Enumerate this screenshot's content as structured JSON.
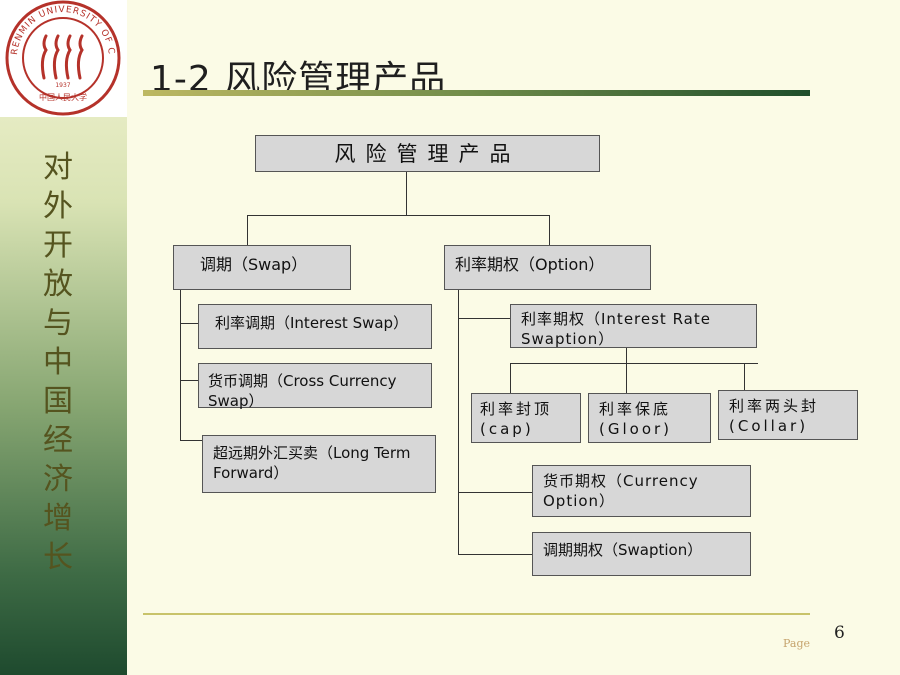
{
  "slide": {
    "title": "1-2  风险管理产品",
    "sidebar_text": "对外开放与中国经济增长",
    "page_label": "Page",
    "page_number": "6"
  },
  "logo": {
    "ring_text": "RENMIN UNIVERSITY OF CHINA",
    "year": "1937",
    "chinese_name": "中国人民大学"
  },
  "diagram": {
    "root": "风险管理产品",
    "swap": {
      "label": "调期（Swap）",
      "children": [
        "利率调期（Interest Swap）",
        "货币调期（Cross Currency Swap）",
        "超远期外汇买卖（Long Term Forward）"
      ]
    },
    "option": {
      "label": "利率期权（Option）",
      "children": {
        "rate_swaption": "利率期权（Interest Rate Swaption）",
        "rate_subs": [
          "利率封顶(cap)",
          "利率保底(Gloor)",
          "利率两头封(Collar)"
        ],
        "currency_option": "货币期权（Currency Option）",
        "swaption": "调期期权（Swaption）"
      }
    }
  },
  "colors": {
    "background": "#fbfbe6",
    "box_fill": "#d7d7d7",
    "sidebar_dark": "#1e4a2e",
    "logo_red": "#b5322a"
  }
}
